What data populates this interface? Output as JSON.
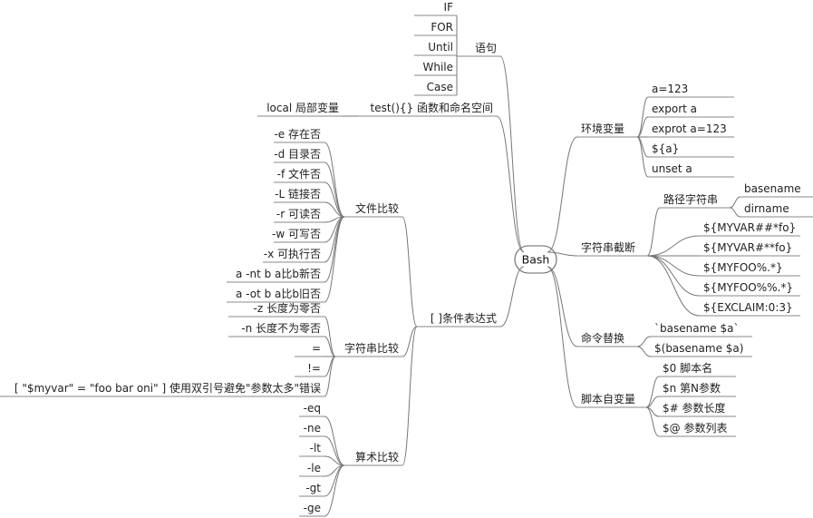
{
  "root": {
    "label": "Bash"
  },
  "branches": [
    {
      "id": "statements",
      "label": "语句",
      "children": [
        {
          "label": "IF"
        },
        {
          "label": "FOR"
        },
        {
          "label": "Until"
        },
        {
          "label": "While"
        },
        {
          "label": "Case"
        }
      ]
    },
    {
      "id": "functions",
      "label": "test(){} 函数和命名空间",
      "children": [
        {
          "label": "local 局部变量"
        }
      ]
    },
    {
      "id": "conditions",
      "label": "[ ]条件表达式",
      "children": [
        {
          "label": "文件比较",
          "children": [
            {
              "label": "-e 存在否"
            },
            {
              "label": "-d 目录否"
            },
            {
              "label": "-f 文件否"
            },
            {
              "label": "-L 链接否"
            },
            {
              "label": "-r 可读否"
            },
            {
              "label": "-w 可写否"
            },
            {
              "label": "-x 可执行否"
            },
            {
              "label": "a -nt b a比b新否"
            },
            {
              "label": "a -ot b a比b旧否"
            }
          ]
        },
        {
          "label": "字符串比较",
          "children": [
            {
              "label": "-z 长度为零否"
            },
            {
              "label": "-n 长度不为零否"
            },
            {
              "label": "="
            },
            {
              "label": "!="
            },
            {
              "label": "[ \"$myvar\" = \"foo bar oni\" ] 使用双引号避免\"参数太多\"错误"
            }
          ]
        },
        {
          "label": "算术比较",
          "children": [
            {
              "label": "-eq"
            },
            {
              "label": "-ne"
            },
            {
              "label": "-lt"
            },
            {
              "label": "-le"
            },
            {
              "label": "-gt"
            },
            {
              "label": "-ge"
            }
          ]
        }
      ]
    },
    {
      "id": "env",
      "label": "环境变量",
      "children": [
        {
          "label": "a=123"
        },
        {
          "label": "export a"
        },
        {
          "label": "exprot a=123"
        },
        {
          "label": "${a}"
        },
        {
          "label": "unset a"
        }
      ]
    },
    {
      "id": "substr",
      "label": "字符串截断",
      "children": [
        {
          "label": "路径字符串",
          "children": [
            {
              "label": "basename"
            },
            {
              "label": "dirname"
            }
          ]
        },
        {
          "label": "${MYVAR##*fo}"
        },
        {
          "label": "${MYVAR#**fo}"
        },
        {
          "label": "${MYFOO%.*}"
        },
        {
          "label": "${MYFOO%%.*}"
        },
        {
          "label": "${EXCLAIM:0:3}"
        }
      ]
    },
    {
      "id": "cmdsub",
      "label": "命令替换",
      "children": [
        {
          "label": "`basename $a`"
        },
        {
          "label": "$(basename $a)"
        }
      ]
    },
    {
      "id": "script",
      "label": "脚本自变量",
      "children": [
        {
          "label": "$0 脚本名"
        },
        {
          "label": "$n 第N参数"
        },
        {
          "label": "$# 参数长度"
        },
        {
          "label": "$@ 参数列表"
        }
      ]
    }
  ]
}
